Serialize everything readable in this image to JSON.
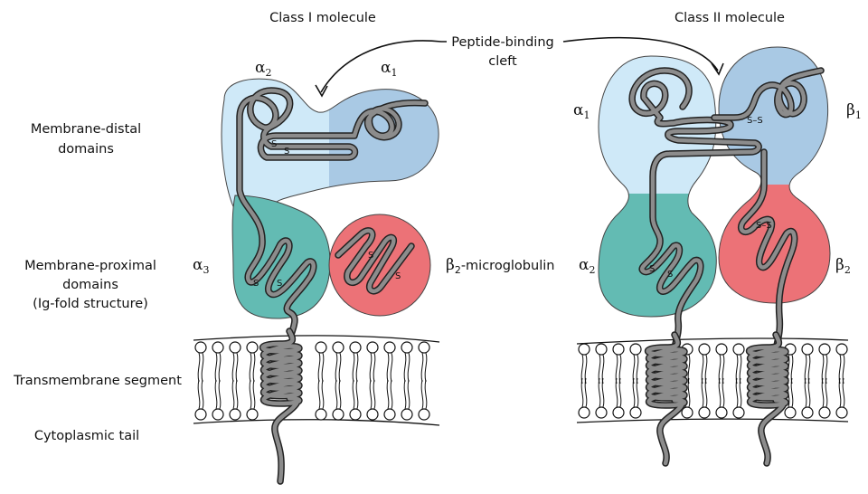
{
  "titles": {
    "class_i": "Class I molecule",
    "class_ii": "Class II molecule"
  },
  "callout": {
    "line1": "Peptide-binding",
    "line2": "cleft"
  },
  "row_labels": {
    "distal_1": "Membrane-distal",
    "distal_2": "domains",
    "proximal_1": "Membrane-proximal",
    "proximal_2": "domains",
    "proximal_3": "(Ig-fold structure)",
    "transmembrane": "Transmembrane segment",
    "cytoplasmic": "Cytoplasmic tail"
  },
  "domains": {
    "class_i": {
      "alpha1": {
        "sym": "α",
        "sub": "1"
      },
      "alpha2": {
        "sym": "α",
        "sub": "2"
      },
      "alpha3": {
        "sym": "α",
        "sub": "3"
      },
      "b2m": {
        "sym": "β",
        "sub": "2",
        "suffix": "-microglobulin"
      }
    },
    "class_ii": {
      "alpha1": {
        "sym": "α",
        "sub": "1"
      },
      "alpha2": {
        "sym": "α",
        "sub": "2"
      },
      "beta1": {
        "sym": "β",
        "sub": "1"
      },
      "beta2": {
        "sym": "β",
        "sub": "2"
      }
    }
  },
  "disulfide": {
    "s": "S",
    "ss": "S–S"
  },
  "colors": {
    "light_blue": "#cfe9f8",
    "mid_blue": "#a9c9e4",
    "teal": "#63bbb3",
    "red": "#ec7277",
    "chain_fill": "#8c8c8c",
    "outline": "#222222"
  }
}
